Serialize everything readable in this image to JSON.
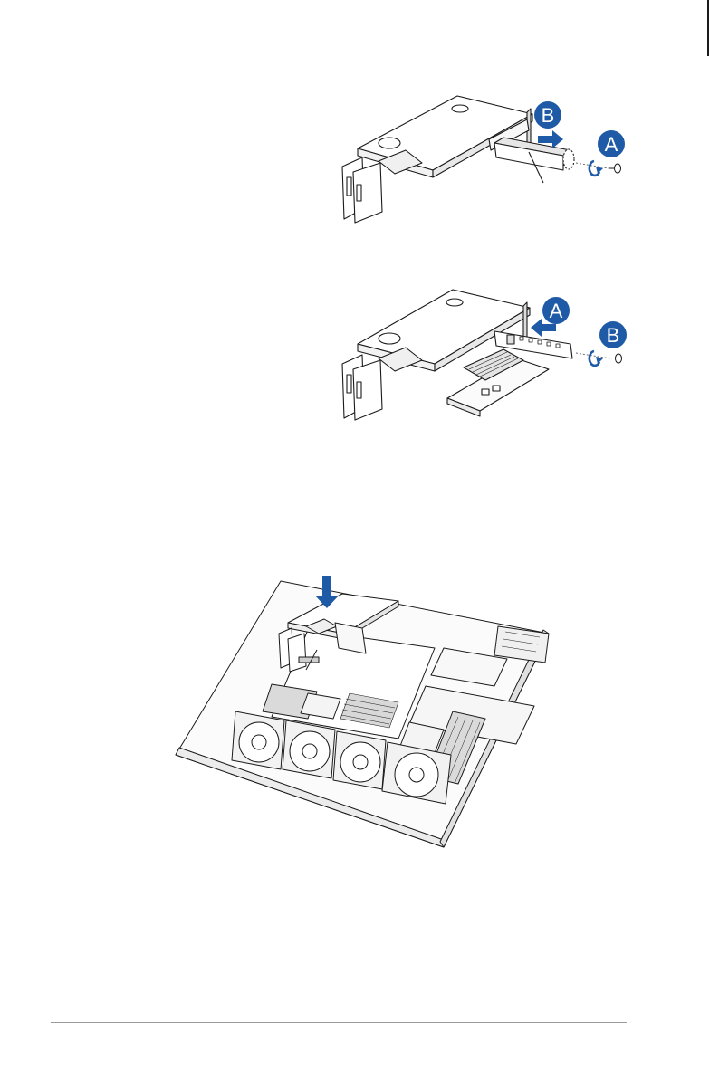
{
  "figures": [
    {
      "id": "remove-bracket",
      "callouts": [
        {
          "letter": "B"
        },
        {
          "letter": "A"
        }
      ]
    },
    {
      "id": "install-card",
      "callouts": [
        {
          "letter": "A"
        },
        {
          "letter": "B"
        }
      ]
    },
    {
      "id": "install-riser-into-chassis"
    }
  ],
  "colors": {
    "accent": "#1f5aa6",
    "line": "#1a1a1a",
    "fill_light": "#f4f4f4"
  }
}
